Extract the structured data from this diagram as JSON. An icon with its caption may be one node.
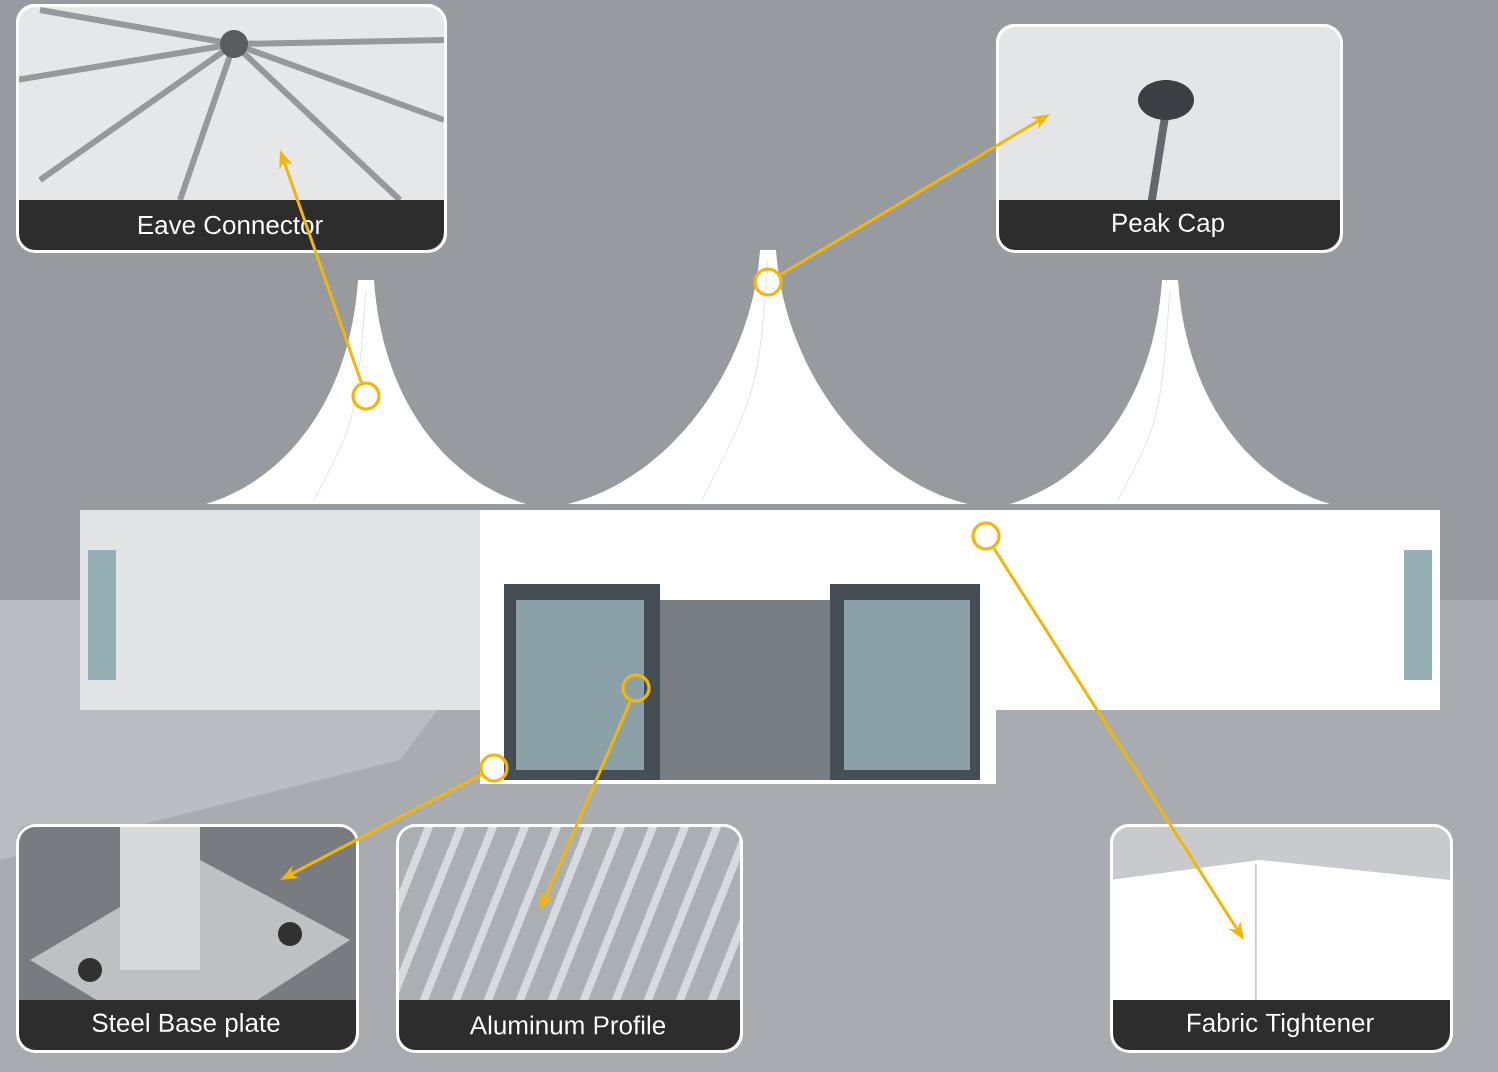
{
  "diagram": {
    "nodes": [
      {
        "text": [
          "Eave Connector"
        ]
      },
      {
        "text": [
          "Peak Cap"
        ]
      },
      {
        "text": [
          "Steel Base plate"
        ]
      },
      {
        "text": [
          "Aluminum Profile"
        ]
      },
      {
        "text": [
          "Fabric Tightener"
        ]
      },
      {
        "text": [],
        "shape": "circle"
      },
      {
        "text": [],
        "shape": "circle"
      },
      {
        "text": [],
        "shape": "circle"
      },
      {
        "text": [],
        "shape": "circle"
      },
      {
        "text": [],
        "shape": "circle"
      }
    ],
    "edges": [
      {
        "from": 5,
        "to": 0,
        "arrow": "to"
      },
      {
        "from": 6,
        "to": 1,
        "arrow": "to"
      },
      {
        "from": 7,
        "to": 2,
        "arrow": "to"
      },
      {
        "from": 8,
        "to": 3,
        "arrow": "to"
      },
      {
        "from": 9,
        "to": 4,
        "arrow": "to"
      }
    ]
  }
}
